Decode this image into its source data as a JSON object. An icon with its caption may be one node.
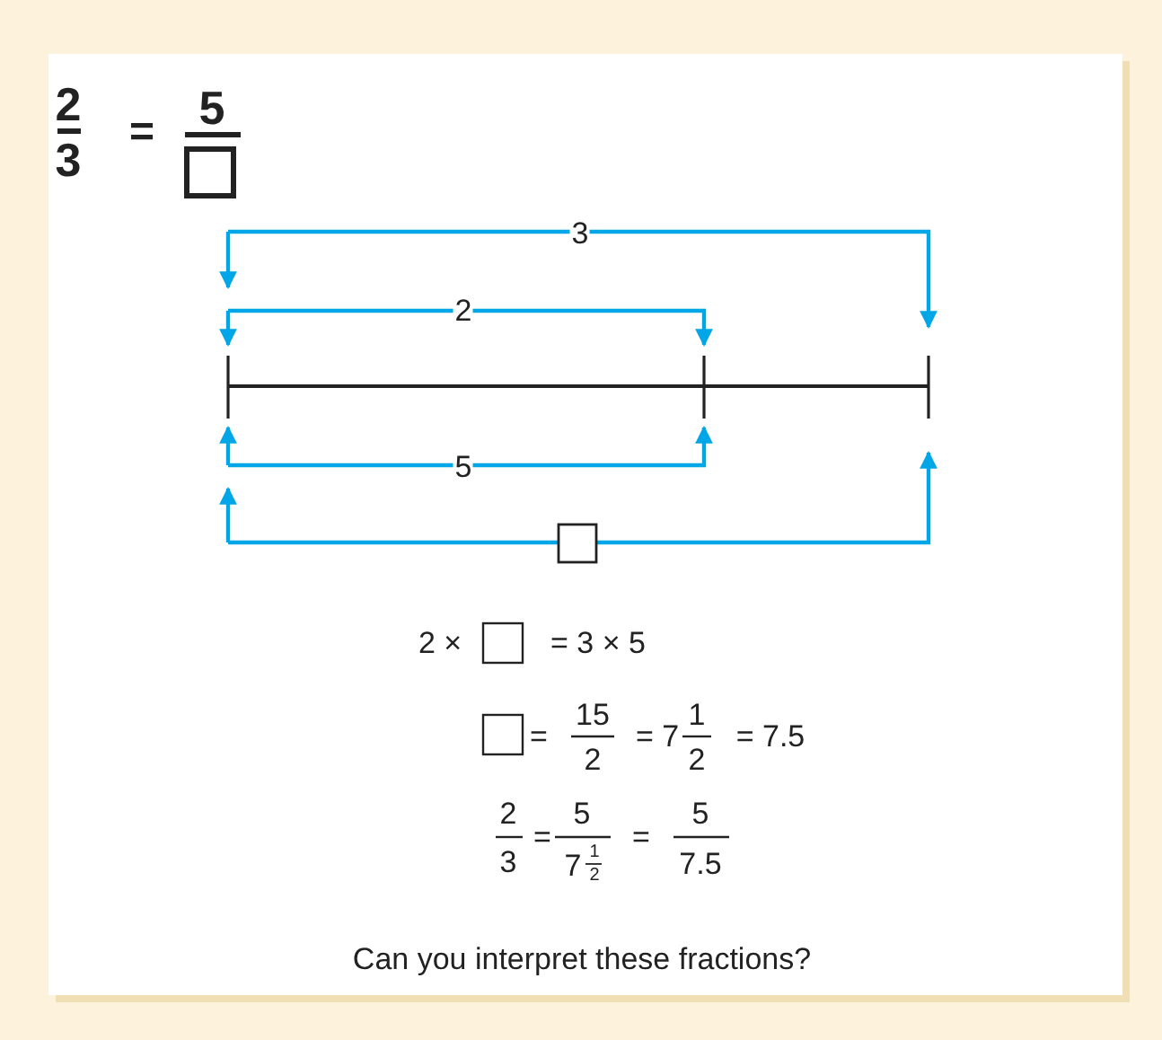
{
  "diagram": {
    "labels": [
      "2",
      "3",
      "=",
      "5",
      "3",
      "2",
      "5",
      "2 ×",
      "= 3 × 5",
      "=",
      "15",
      "2",
      "= 7",
      "1",
      "2",
      "= 7.5",
      "2",
      "3",
      "=",
      "5",
      "7",
      "1",
      "2",
      "=",
      "5",
      "7.5",
      "Can you interpret these fractions?"
    ]
  }
}
